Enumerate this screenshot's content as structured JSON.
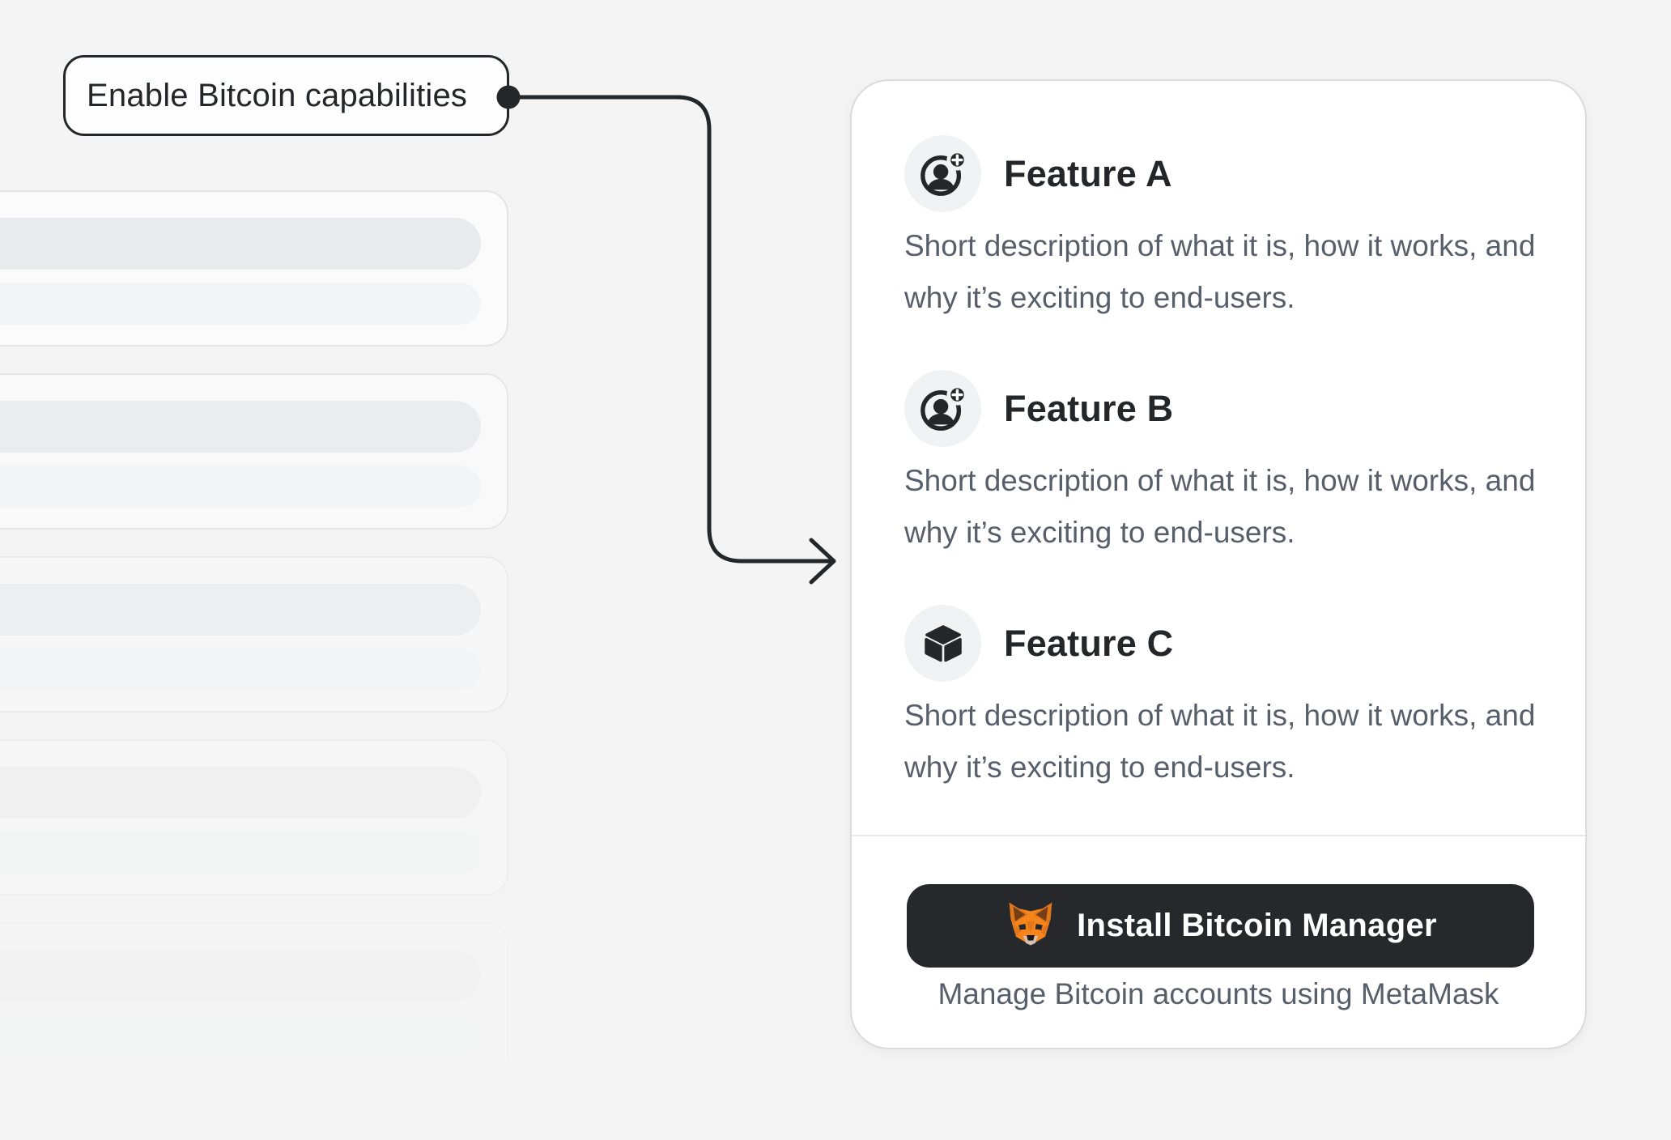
{
  "callout": {
    "label": "Enable Bitcoin capabilities"
  },
  "connector": {
    "color": "#24272a",
    "style": "elbow-arrow-with-dot"
  },
  "skeleton_cards": [
    {
      "opacity": 1
    },
    {
      "opacity": 0.78
    },
    {
      "opacity": 0.55
    },
    {
      "opacity": 0.34
    },
    {
      "opacity": 0.16
    }
  ],
  "panel": {
    "features": [
      {
        "icon": "user-add-icon",
        "title": "Feature A",
        "description": "Short description of what it is, how it works, and why it’s exciting to end-users."
      },
      {
        "icon": "user-add-icon",
        "title": "Feature B",
        "description": "Short description of what it is, how it works, and why it’s exciting to end-users."
      },
      {
        "icon": "cube-icon",
        "title": "Feature C",
        "description": "Short description of what it is, how it works, and why it’s exciting to end-users."
      }
    ],
    "footer": {
      "install_button": {
        "label": "Install Bitcoin Manager",
        "icon": "metamask-fox-icon"
      },
      "caption": "Manage Bitcoin accounts using MetaMask"
    }
  },
  "colors": {
    "page_bg": "#f4f4f4",
    "ink": "#24272a",
    "button_bg": "#26282c",
    "panel_bg": "#ffffff",
    "panel_border": "#d9dbde",
    "text_secondary": "#575f6a",
    "icon_circle_bg": "#f1f2f4",
    "metamask_orange": "#f6851b",
    "metamask_dark_orange": "#e2761b",
    "metamask_brown": "#763d16",
    "metamask_muzzle": "#d7c1b3"
  }
}
